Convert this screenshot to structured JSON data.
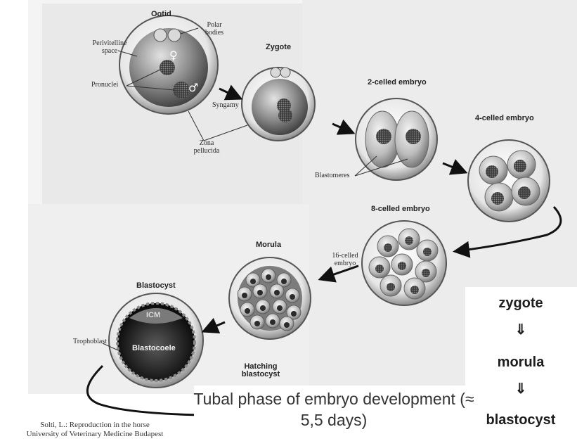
{
  "labels": {
    "ootid": "Ootid",
    "perivitelline_space": "Perivitelline space",
    "polar_bodies": "Polar bodies",
    "pronuclei": "Pronuclei",
    "syngamy": "Syngamy",
    "zona_pellucida": "Zona pellucida",
    "zygote": "Zygote",
    "two_celled_embryo": "2-celled embryo",
    "blastomeres": "Blastomeres",
    "four_celled_embryo": "4-celled embryo",
    "eight_celled_embryo": "8-celled embryo",
    "sixteen_celled_embryo": "16-celled embryo",
    "morula": "Morula",
    "blastocyst": "Blastocyst",
    "icm": "ICM",
    "trophoblast": "Trophoblast",
    "blastocoele": "Blastocoele",
    "hatching_blastocyst": "Hatching blastocyst"
  },
  "sequence": {
    "step1": "zygote",
    "arrow": "⇓",
    "step2": "morula",
    "step3": "blastocyst"
  },
  "caption": "Tubal phase of embryo development (≈ 5,5 days)",
  "credit": {
    "line1": "Solti, L.: Reproduction in the horse",
    "line2": "University of Veterinary Medicine Budapest"
  }
}
